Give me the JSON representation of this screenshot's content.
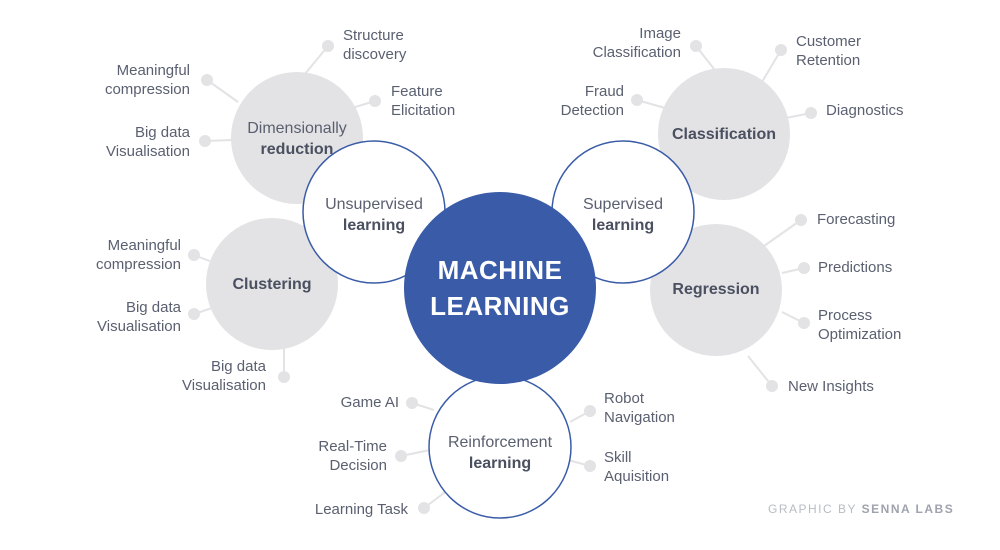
{
  "center": {
    "line1": "MACHINE",
    "line2": "LEARNING"
  },
  "unsupervised": {
    "line1": "Unsupervised",
    "line2": "learning"
  },
  "supervised": {
    "line1": "Supervised",
    "line2": "learning"
  },
  "reinforcement": {
    "line1": "Reinforcement",
    "line2": "learning"
  },
  "dimensionally": {
    "line1": "Dimensionally",
    "line2": "reduction"
  },
  "clustering": {
    "label": "Clustering"
  },
  "classification": {
    "label": "Classification"
  },
  "regression": {
    "label": "Regression"
  },
  "leaves": {
    "structure_discovery": [
      "Structure",
      "discovery"
    ],
    "feature_elicitation": [
      "Feature",
      "Elicitation"
    ],
    "dim_meaningful_compression": [
      "Meaningful",
      "compression"
    ],
    "dim_big_data_visualisation": [
      "Big data",
      "Visualisation"
    ],
    "clu_meaningful_compression": [
      "Meaningful",
      "compression"
    ],
    "clu_big_data_visualisation": [
      "Big data",
      "Visualisation"
    ],
    "clu_big_data_visualisation_2": [
      "Big data",
      "Visualisation"
    ],
    "image_classification": [
      "Image",
      "Classification"
    ],
    "customer_retention": [
      "Customer",
      "Retention"
    ],
    "fraud_detection": [
      "Fraud",
      "Detection"
    ],
    "diagnostics": "Diagnostics",
    "forecasting": "Forecasting",
    "predictions": "Predictions",
    "process_optimization": [
      "Process",
      "Optimization"
    ],
    "new_insights": "New Insights",
    "game_ai": "Game AI",
    "real_time_decision": [
      "Real-Time",
      "Decision"
    ],
    "learning_task": "Learning Task",
    "robot_navigation": [
      "Robot",
      "Navigation"
    ],
    "skill_aquisition": [
      "Skill",
      "Aquisition"
    ]
  },
  "credit": {
    "prefix": "GRAPHIC BY",
    "brand": "SENNA LABS"
  },
  "colors": {
    "center": "#3a5ca8",
    "ring": "#3a5ca8",
    "bubble": "#e3e3e5",
    "dot": "#e3e3e5",
    "line": "#e3e3e5",
    "text": "#5a6070"
  }
}
